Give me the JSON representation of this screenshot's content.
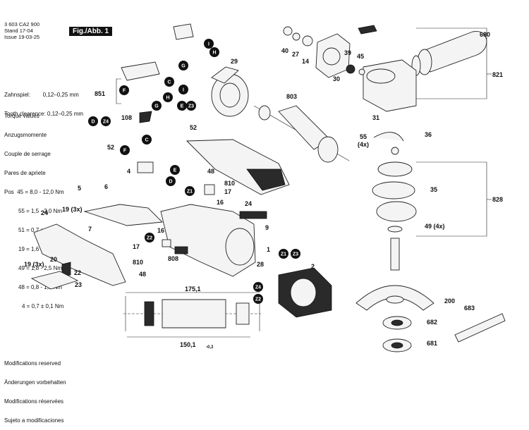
{
  "header": {
    "doc_number": "3 603 CA2 900",
    "stand_label": "Stand",
    "stand_value": "17-04",
    "issue_label": "Issue",
    "issue_value": "19-03-25",
    "figure": "Fig./Abb. 1"
  },
  "notes": {
    "clearance": [
      "Zahnspiel:        0,12–0,25 mm",
      "Tooth clearence: 0,12–0,25 mm"
    ],
    "torque_title": [
      "Torque values",
      "Anzugsmomente",
      "Couple de serrage",
      "Pares de apriete"
    ],
    "torque_rows": [
      "Pos  45 = 8,0 - 12,0 Nm",
      "55 = 1,5 - 2,0 Nm",
      "51 = 0,7 ± 0,1 Nm",
      "19 = 1,6 - 1,8 Nm",
      "49 = 1,8 - 2,5 Nm",
      "48 = 0,8 - 1,1 Nm",
      "4 = 0,7 ± 0,1 Nm"
    ],
    "footer": [
      "Modifications reserved",
      "Änderungen vorbehalten",
      "Modifications réservées",
      "Sujeto a modificaciones"
    ]
  },
  "dimensions": {
    "length_total": "175,1",
    "length_core": "150,1",
    "tolerance": "-0,3"
  },
  "part_labels": [
    "680",
    "40",
    "27",
    "14",
    "39",
    "45",
    "30",
    "29",
    "803",
    "821",
    "31",
    "36",
    "55",
    "(4x)",
    "851",
    "108",
    "52",
    "52",
    "4",
    "48",
    "810",
    "17",
    "16",
    "5",
    "6",
    "24",
    "24",
    "19 (3x)",
    "7",
    "9",
    "1",
    "2",
    "28",
    "22",
    "20",
    "23",
    "19 (3x)",
    "17",
    "16",
    "810",
    "48",
    "808",
    "35",
    "828",
    "49 (4x)",
    "200",
    "682",
    "681",
    "683"
  ],
  "badges": [
    "I",
    "H",
    "G",
    "C",
    "I",
    "F",
    "G",
    "H",
    "D",
    "Z4",
    "E",
    "Z3",
    "F",
    "C",
    "E",
    "D",
    "Z1",
    "Z2",
    "Z1",
    "Z3",
    "Z4",
    "Z2"
  ]
}
